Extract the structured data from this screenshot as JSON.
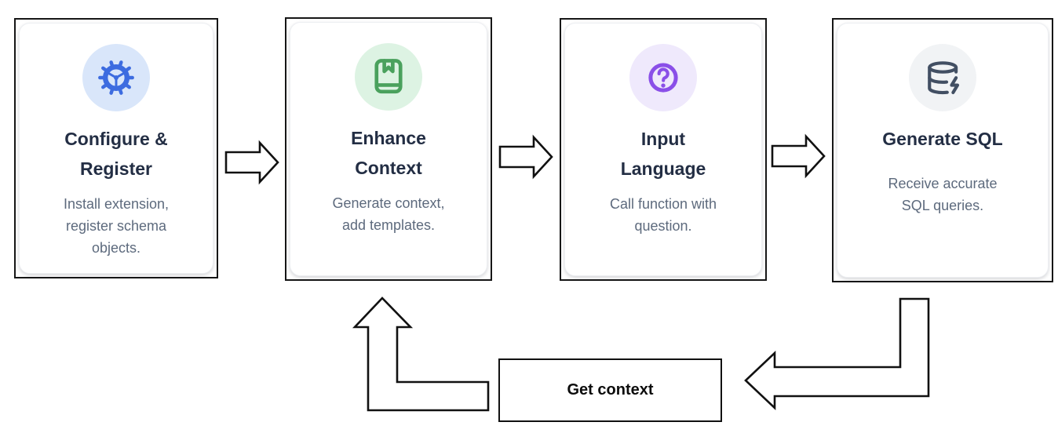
{
  "steps": [
    {
      "title": "Configure &\nRegister",
      "description": "Install extension,\nregister schema\nobjects.",
      "icon": "gear-icon",
      "icon_color": "#3d6ce0",
      "icon_bg": "#d9e6fa"
    },
    {
      "title": "Enhance\nContext",
      "description": "Generate context,\nadd templates.",
      "icon": "book-bookmark-icon",
      "icon_color": "#4aa15d",
      "icon_bg": "#ddf3e3"
    },
    {
      "title": "Input\nLanguage",
      "description": "Call function with\nquestion.",
      "icon": "question-circle-icon",
      "icon_color": "#8a4fe8",
      "icon_bg": "#efe9fc"
    },
    {
      "title": "Generate SQL",
      "description": "Receive accurate\nSQL queries.",
      "icon": "database-zap-icon",
      "icon_color": "#424f63",
      "icon_bg": "#f1f3f5"
    }
  ],
  "loop": {
    "label": "Get context"
  },
  "colors": {
    "card_border": "#161616",
    "arrow_stroke": "#111111",
    "title": "#232e44",
    "description": "#5d6a7d"
  }
}
